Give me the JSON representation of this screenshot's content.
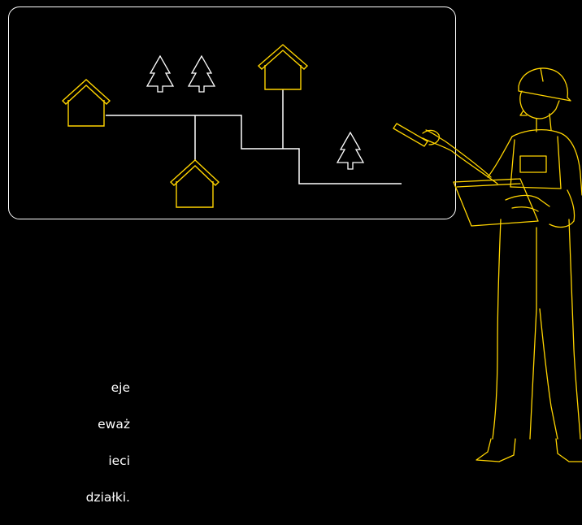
{
  "caption": {
    "lines": [
      "eje",
      "eważ",
      "ieci",
      "działki."
    ]
  },
  "colors": {
    "background": "#000000",
    "board_stroke": "#ffffff",
    "accent": "#ffd400",
    "line_stroke": "#ffffff"
  },
  "icons": {
    "houses": "house-icon",
    "trees": "tree-icon",
    "worker": "construction-worker-illustration"
  }
}
